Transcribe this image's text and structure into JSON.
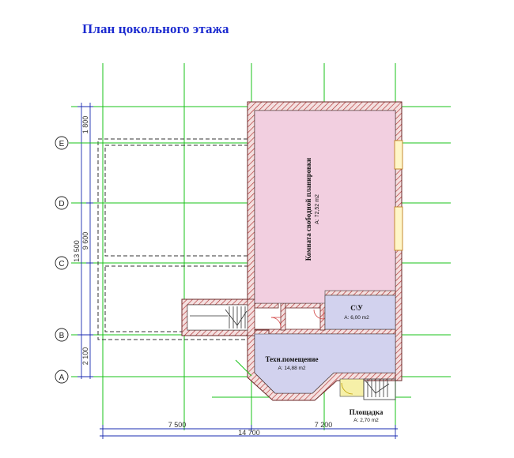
{
  "title": "План цокольного этажа",
  "axes": [
    "E",
    "D",
    "C",
    "B",
    "A"
  ],
  "dims_vertical": {
    "total": "13 500",
    "upper": "1 800",
    "middle": "9 600",
    "lower": "2 100"
  },
  "dims_horizontal": {
    "left": "7 500",
    "right": "7 200",
    "total": "14 700"
  },
  "rooms": {
    "free_room": {
      "name": "Комната свободной планировки",
      "area": "A: 72,52 m2"
    },
    "wc": {
      "name": "С\\У",
      "area": "A: 6,00 m2"
    },
    "tech": {
      "name": "Техн.помещение",
      "area": "A: 14,88 m2"
    },
    "landing": {
      "name": "Площадка",
      "area": "A: 2,70 m2"
    }
  },
  "colors": {
    "title": "#1c2bd0",
    "grid": "#19c319",
    "wall": "#8b4a4a",
    "room_pink": "#f2cfe0",
    "room_lavender": "#d2d2ee",
    "landing_yellow": "#f6f0a8",
    "dims": "#1a2bb0"
  }
}
